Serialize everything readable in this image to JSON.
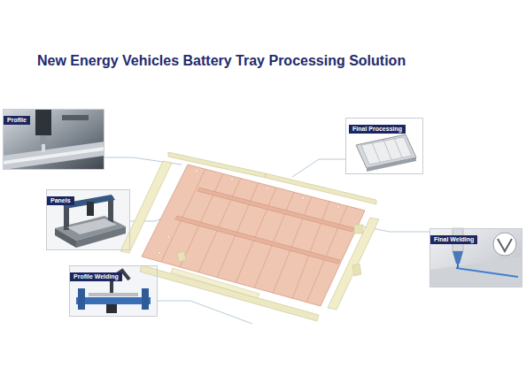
{
  "diagram": {
    "title": "New Energy Vehicles Battery Tray Processing Solution",
    "nodes": [
      {
        "text": [
          "Profile"
        ]
      },
      {
        "text": [
          "Final Processing"
        ]
      },
      {
        "text": [
          "Panels"
        ]
      },
      {
        "text": [
          "Final Welding"
        ]
      },
      {
        "text": [
          "Profile Welding"
        ]
      }
    ]
  }
}
